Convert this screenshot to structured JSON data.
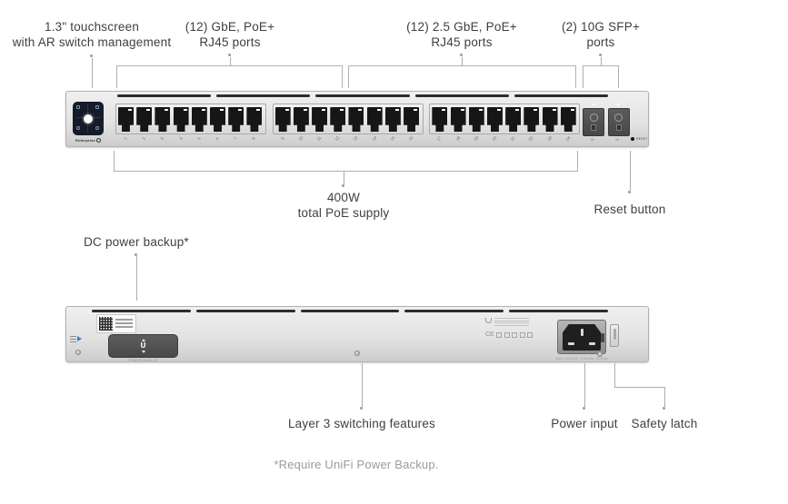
{
  "labels": {
    "touchscreen": [
      "1.3\" touchscreen",
      "with AR switch management"
    ],
    "gbe": [
      "(12) GbE, PoE+",
      "RJ45 ports"
    ],
    "gbe_25": [
      "(12) 2.5 GbE, PoE+",
      "RJ45 ports"
    ],
    "sfp": [
      "(2) 10G SFP+",
      "ports"
    ],
    "poe_supply": [
      "400W",
      "total PoE supply"
    ],
    "reset": "Reset button",
    "dc_backup": "DC power backup*",
    "layer3": "Layer 3 switching features",
    "power_input": "Power input",
    "safety_latch": "Safety latch",
    "footnote": "*Require UniFi Power Backup."
  },
  "front_panel": {
    "brand": "Enterprise",
    "reset_text": "RESET",
    "rj45_ports": [
      1,
      2,
      3,
      4,
      5,
      6,
      7,
      8,
      9,
      10,
      11,
      12,
      13,
      14,
      15,
      16,
      17,
      18,
      19,
      20,
      21,
      22,
      23,
      24
    ],
    "sfp_ports": [
      25,
      26
    ]
  },
  "back_panel": {
    "backup_port_glyph": "U",
    "backup_port_label": "POWER BACKUP",
    "power_spec": "Input: 100-240V~ 5.0A Max. 50/60Hz",
    "cert_text": "CE"
  },
  "colors": {
    "annotation_text": "#3f3f3f",
    "pointer_line": "#adadad",
    "chassis_gray": "#dcdcdc",
    "screen_bg": "#161b29",
    "port_dark": "#161616",
    "sfp_gray": "#4f4f4f",
    "led_white": "#ffffff",
    "accent_blue": "#3b7ddd",
    "footnote_gray": "#9b9b9b"
  }
}
